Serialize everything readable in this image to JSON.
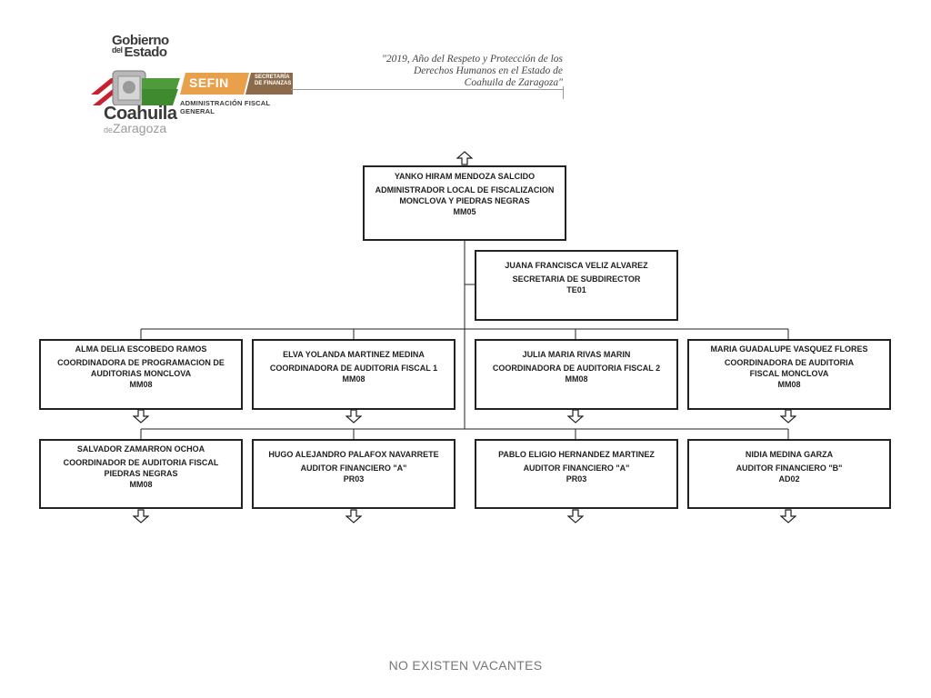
{
  "header": {
    "logo_line1": "Gobierno",
    "logo_line2_del": "del",
    "logo_line2": "Estado",
    "logo_coahuila": "Coahuila",
    "logo_de": "de",
    "logo_zaragoza": "Zaragoza",
    "sefin": "SEFIN",
    "secretaria_line1": "SECRETARÍA",
    "secretaria_line2": "DE FINANZAS",
    "afg": "ADMINISTRACIÓN FISCAL GENERAL",
    "motto_line1": "\"2019, Año del Respeto y Protección de los",
    "motto_line2": "Derechos Humanos en el Estado de",
    "motto_line3": "Coahuila de Zaragoza\"",
    "colors": {
      "red": "#c8202f",
      "green": "#4f9a3a",
      "sefin_orange": "#e8a04a",
      "sefin_brown": "#8b6b4a"
    }
  },
  "chart": {
    "top": {
      "name": "YANKO HIRAM MENDOZA SALCIDO",
      "title": "ADMINISTRADOR LOCAL DE FISCALIZACION MONCLOVA Y PIEDRAS NEGRAS",
      "code": "MM05"
    },
    "secretary": {
      "name": "JUANA FRANCISCA VELIZ ALVAREZ",
      "title": "SECRETARIA DE SUBDIRECTOR",
      "code": "TE01"
    },
    "row1": [
      {
        "name": "ALMA DELIA ESCOBEDO RAMOS",
        "title": "COORDINADORA DE PROGRAMACION DE AUDITORIAS MONCLOVA",
        "code": "MM08"
      },
      {
        "name": "ELVA YOLANDA MARTINEZ MEDINA",
        "title": "COORDINADORA DE AUDITORIA FISCAL 1",
        "code": "MM08"
      },
      {
        "name": "JULIA MARIA RIVAS MARIN",
        "title": "COORDINADORA DE AUDITORIA FISCAL 2",
        "code": "MM08"
      },
      {
        "name": "MARIA GUADALUPE VASQUEZ FLORES",
        "title": "COORDINADORA DE AUDITORIA FISCAL MONCLOVA",
        "code": "MM08"
      }
    ],
    "row2": [
      {
        "name": "SALVADOR ZAMARRON OCHOA",
        "title": "COORDINADOR DE AUDITORIA FISCAL PIEDRAS NEGRAS",
        "code": "MM08"
      },
      {
        "name": "HUGO ALEJANDRO PALAFOX NAVARRETE",
        "title": "AUDITOR FINANCIERO \"A\"",
        "code": "PR03"
      },
      {
        "name": "PABLO ELIGIO HERNANDEZ MARTINEZ",
        "title": "AUDITOR FINANCIERO \"A\"",
        "code": "PR03"
      },
      {
        "name": "NIDIA MEDINA GARZA",
        "title": "AUDITOR FINANCIERO \"B\"",
        "code": "AD02"
      }
    ]
  },
  "footer": "NO EXISTEN VACANTES"
}
